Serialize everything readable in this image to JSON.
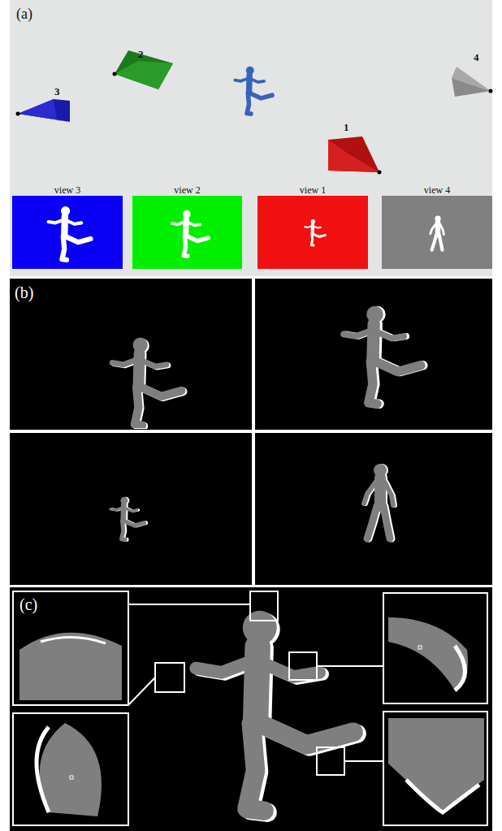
{
  "diagram": {
    "nodes": [
      {
        "text": [
          "view 3"
        ]
      },
      {
        "text": [
          "view 2"
        ]
      },
      {
        "text": [
          "view 1"
        ]
      },
      {
        "text": [
          "view 4"
        ]
      }
    ],
    "labels": [
      "(a)",
      "1",
      "2",
      "3",
      "4",
      "(b)",
      "(c)"
    ]
  }
}
